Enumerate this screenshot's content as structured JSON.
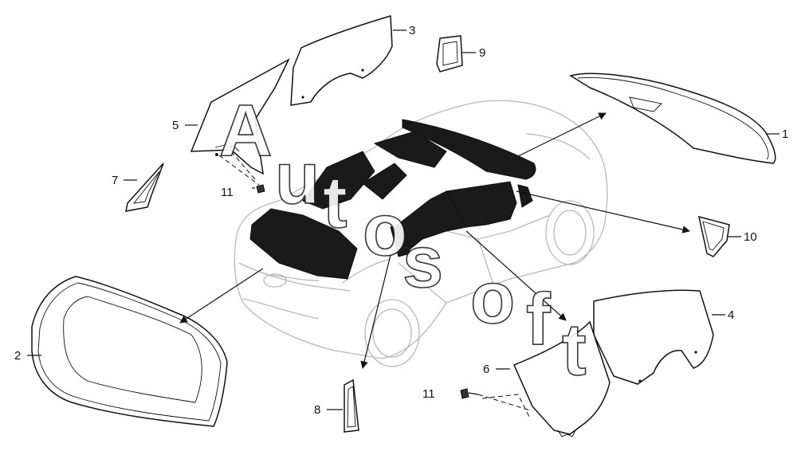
{
  "callouts": {
    "c1": "1",
    "c2": "2",
    "c3": "3",
    "c4": "4",
    "c5": "5",
    "c6": "6",
    "c7": "7",
    "c8": "8",
    "c9": "9",
    "c10": "10",
    "c11a": "11",
    "c11b": "11"
  },
  "watermark": [
    "A",
    "u",
    "t",
    "o",
    "s",
    "o",
    "f",
    "t"
  ]
}
